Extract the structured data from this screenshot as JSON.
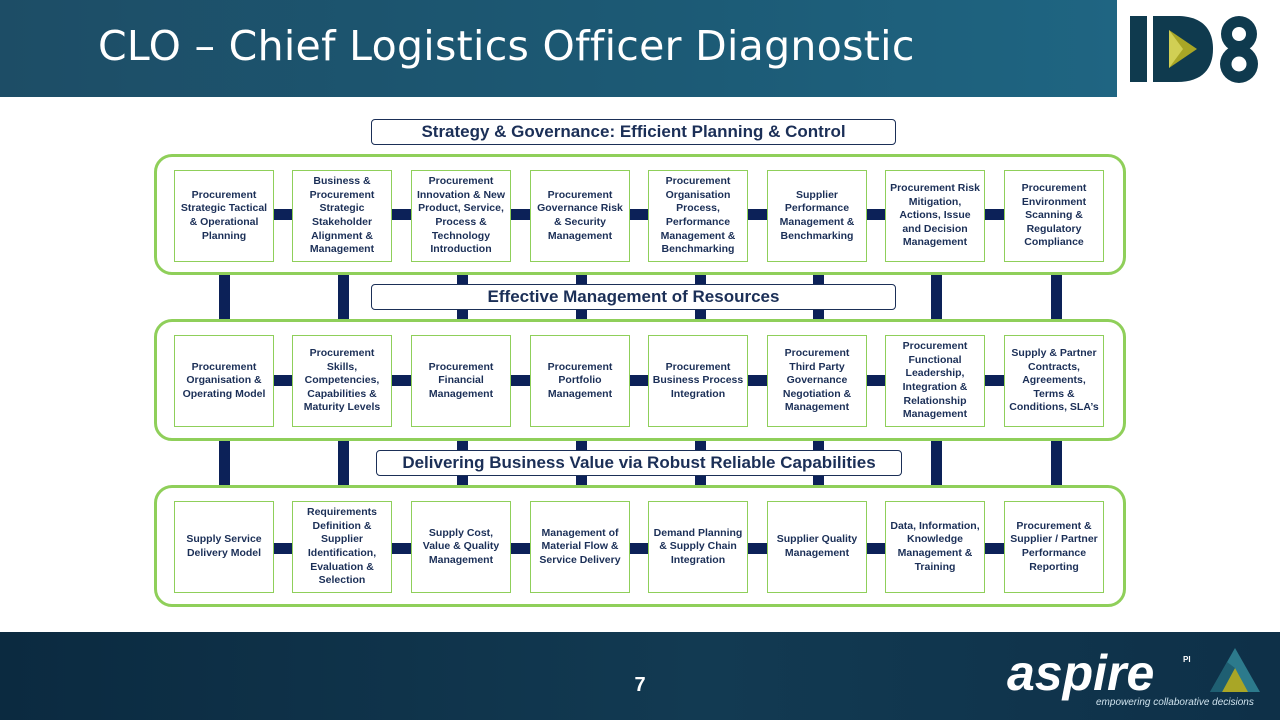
{
  "header": {
    "title": "CLO – Chief Logistics Officer Diagnostic",
    "logo_text": "ID8"
  },
  "footer": {
    "page_number": "7",
    "brand": "aspire",
    "brand_superscript": "PI",
    "tagline": "empowering collaborative decisions"
  },
  "sections": [
    {
      "label": "Strategy & Governance: Efficient Planning & Control",
      "boxes": [
        "Procurement Strategic Tactical & Operational Planning",
        "Business & Procurement Strategic Stakeholder Alignment & Management",
        "Procurement Innovation & New Product, Service, Process & Technology Introduction",
        "Procurement Governance Risk & Security Management",
        "Procurement Organisation Process, Performance Management & Benchmarking",
        "Supplier Performance Management & Benchmarking",
        "Procurement Risk Mitigation, Actions, Issue and Decision Management",
        "Procurement Environment Scanning & Regulatory Compliance"
      ]
    },
    {
      "label": "Effective Management of Resources",
      "boxes": [
        "Procurement Organisation & Operating Model",
        "Procurement Skills, Competencies, Capabilities & Maturity Levels",
        "Procurement Financial Management",
        "Procurement Portfolio Management",
        "Procurement Business Process Integration",
        "Procurement Third Party Governance Negotiation & Management",
        "Procurement Functional Leadership, Integration & Relationship Management",
        "Supply & Partner Contracts, Agreements, Terms & Conditions, SLA’s"
      ]
    },
    {
      "label": "Delivering Business Value via Robust Reliable Capabilities",
      "boxes": [
        "Supply Service Delivery Model",
        "Requirements Definition & Supplier Identification, Evaluation & Selection",
        "Supply Cost, Value & Quality Management",
        "Management of Material Flow & Service Delivery",
        "Demand Planning & Supply Chain Integration",
        "Supplier Quality Management",
        "Data, Information, Knowledge Management & Training",
        "Procurement & Supplier / Partner Performance Reporting"
      ]
    }
  ],
  "colors": {
    "header_band": "#1c5a75",
    "footer_band": "#0e3048",
    "navy_text": "#1b2f57",
    "connector": "#0c2158",
    "green_border": "#8fcf5a",
    "logo_navy": "#0f3a4e",
    "logo_olive": "#a9a626"
  }
}
